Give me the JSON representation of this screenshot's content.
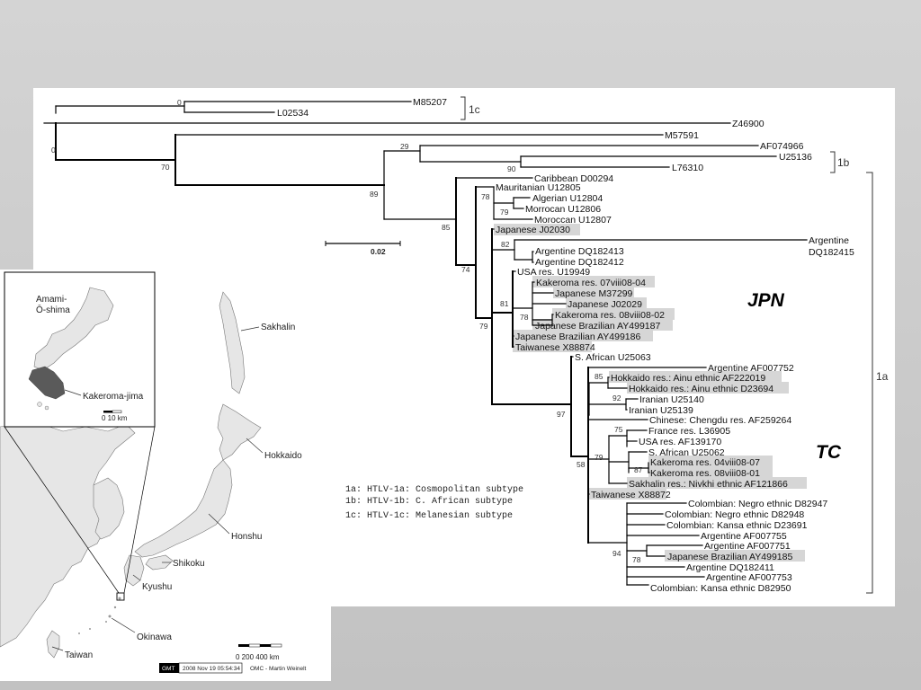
{
  "tree": {
    "leaves": {
      "m85207": "M85207",
      "l02534": "L02534",
      "z46900": "Z46900",
      "m57591": "M57591",
      "af074966": "AF074966",
      "u25136": "U25136",
      "l76310": "L76310",
      "caribbean": "Caribbean D00294",
      "mauritanian": "Mauritanian U12805",
      "algerian": "Algerian U12804",
      "morrocan": "Morrocan U12806",
      "moroccan": "Moroccan U12807",
      "japanese_j02030": "Japanese J02030",
      "argentine_dq182413": "Argentine DQ182413",
      "argentine_dq182412": "Argentine DQ182412",
      "argentine_top_1": "Argentine",
      "argentine_top_2": "DQ182415",
      "usa_u19949": "USA res. U19949",
      "kakeroma_07viii08_04": "Kakeroma res. 07viii08-04",
      "japanese_m37299": "Japanese M37299",
      "japanese_j02029": "Japanese J02029",
      "kakeroma_08viii08_02": "Kakeroma res. 08viii08-02",
      "japanese_brazilian_ay499187": "Japanese Brazilian AY499187",
      "japanese_brazilian_ay499186": "Japanese Brazilian AY499186",
      "taiwanese_x88874": "Taiwanese X88874",
      "s_african_u25063": "S. African U25063",
      "argentine_af007752": "Argentine AF007752",
      "hokkaido_af222019": "Hokkaido res.: Ainu ethnic AF222019",
      "hokkaido_d23694": "Hokkaido res.: Ainu ethnic D23694",
      "iranian_u25140": "Iranian U25140",
      "iranian_u25139": "Iranian U25139",
      "chinese_af259264": "Chinese: Chengdu res.  AF259264",
      "france_l36905": "France res. L36905",
      "usa_af139170": "USA res. AF139170",
      "s_african_u25062": "S. African U25062",
      "kakeroma_04viii08_07": "Kakeroma res. 04viii08-07",
      "kakeroma_08viii08_01": "Kakeroma res. 08viii08-01",
      "sakhalin_af121866": "Sakhalin res.: Nivkhi ethnic AF121866",
      "taiwanese_x88872": "Taiwanese X88872",
      "colombian_d82947": "Colombian: Negro ethnic D82947",
      "colombian_d82948": "Colombian: Negro ethnic D82948",
      "colombian_d23691": "Colombian: Kansa ethnic D23691",
      "argentine_af007755": "Argentine AF007755",
      "argentine_af007751": "Argentine AF007751",
      "japanese_brazilian_ay499185": "Japanese Brazilian AY499185",
      "argentine_dq182411": "Argentine DQ182411",
      "argentine_af007753": "Argentine AF007753",
      "colombian_d82950": "Colombian: Kansa ethnic D82950"
    },
    "bootstrap": {
      "b0_top": "0",
      "b0_root": "0",
      "b70": "70",
      "b29": "29",
      "b90": "90",
      "b89": "89",
      "b85_1a": "85",
      "b78_maur": "78",
      "b79_alg": "79",
      "b82": "82",
      "b74": "74",
      "b81": "81",
      "b78_jb": "78",
      "b79_jpn": "79",
      "b85_hok": "85",
      "b92": "92",
      "b97": "97",
      "b75": "75",
      "b79_safr": "79",
      "b87": "87",
      "b58": "58",
      "b94": "94",
      "b78_col": "78"
    },
    "clades": {
      "c1c": "1c",
      "c1b": "1b",
      "c1a": "1a"
    },
    "groups": {
      "jpn": "JPN",
      "tc": "TC"
    },
    "scale_bar": "0.02",
    "legend": [
      "1a: HTLV-1a: Cosmopolitan subtype",
      "1b: HTLV-1b: C. African subtype",
      "1c: HTLV-1c: Melanesian subtype"
    ],
    "highlight_color": "#d6d6d6"
  },
  "map": {
    "labels": {
      "amami_1": "Amami-",
      "amami_2": "Ō-shima",
      "kakeroma": "Kakeroma-jima",
      "scale_inset": "0    10 km",
      "sakhalin": "Sakhalin",
      "hokkaido": "Hokkaido",
      "honshu": "Honshu",
      "shikoku": "Shikoku",
      "kyushu": "Kyushu",
      "okinawa": "Okinawa",
      "taiwan": "Taiwan",
      "scale_main": "0   200  400 km",
      "gmt_tag": "GMT",
      "gmt_date": "2008 Nov 19 05:54:34",
      "credit": "OMC - Martin Weinelt"
    },
    "land_color": "#e6e6e6",
    "island_highlight_color": "#5a5a5a"
  }
}
